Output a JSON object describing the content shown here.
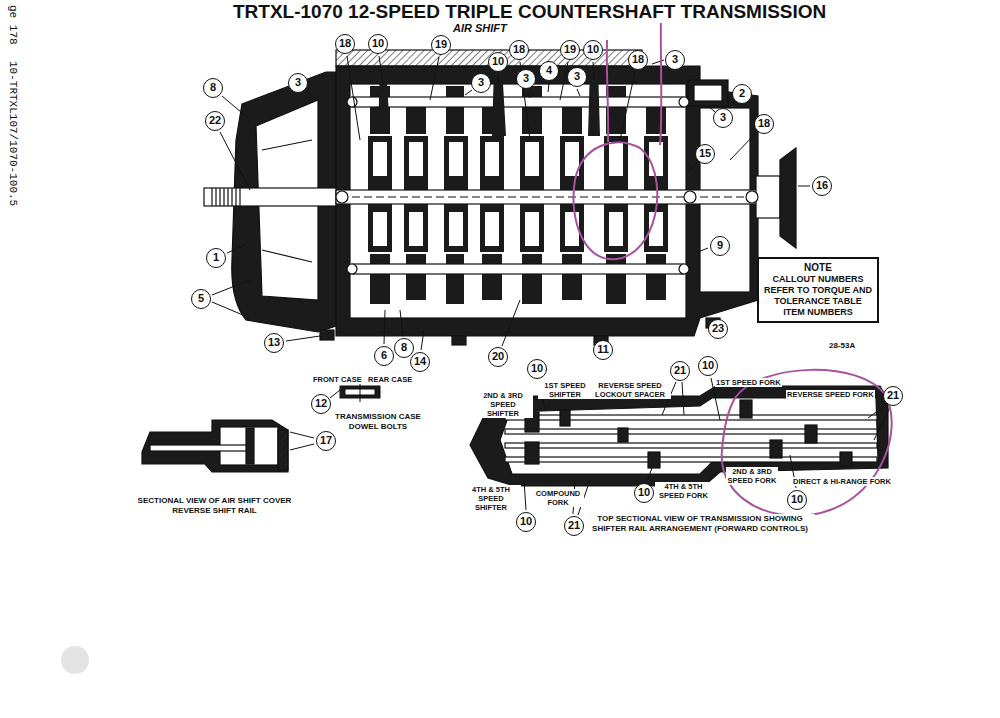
{
  "diagram": {
    "title": "TRTXL-1070 12-SPEED TRIPLE COUNTERSHAFT TRANSMISSION",
    "nodes": [
      {
        "text": [
          "18"
        ]
      },
      {
        "text": [
          "10"
        ]
      },
      {
        "text": [
          "19"
        ]
      },
      {
        "text": [
          "18"
        ]
      },
      {
        "text": [
          "19"
        ]
      },
      {
        "text": [
          "10"
        ]
      },
      {
        "text": [
          "10"
        ]
      },
      {
        "text": [
          "18"
        ]
      },
      {
        "text": [
          "3"
        ]
      },
      {
        "text": [
          "4"
        ]
      },
      {
        "text": [
          "3"
        ]
      },
      {
        "text": [
          "3"
        ]
      },
      {
        "text": [
          "3"
        ]
      },
      {
        "text": [
          "3"
        ]
      },
      {
        "text": [
          "8"
        ]
      },
      {
        "text": [
          "2"
        ]
      },
      {
        "text": [
          "3"
        ]
      },
      {
        "text": [
          "22"
        ]
      },
      {
        "text": [
          "18"
        ]
      },
      {
        "text": [
          "15"
        ]
      },
      {
        "text": [
          "16"
        ]
      },
      {
        "text": [
          "9"
        ]
      },
      {
        "text": [
          "1"
        ]
      },
      {
        "text": [
          "NOTE",
          "CALLOUT NUMBERS REFER TO TORQUE AND TOLERANCE TABLE ITEM NUMBERS"
        ]
      },
      {
        "text": [
          "5"
        ]
      },
      {
        "text": [
          "23"
        ]
      },
      {
        "text": [
          "13"
        ]
      },
      {
        "text": [
          "8"
        ]
      },
      {
        "text": [
          "11"
        ]
      },
      {
        "text": [
          "6"
        ]
      },
      {
        "text": [
          "20"
        ]
      },
      {
        "text": [
          "14"
        ]
      },
      {
        "text": [
          "10"
        ]
      },
      {
        "text": [
          "10"
        ]
      },
      {
        "text": [
          "21"
        ]
      },
      {
        "text": [
          "21"
        ]
      },
      {
        "text": [
          "12"
        ]
      },
      {
        "text": [
          "17"
        ]
      },
      {
        "text": [
          "10"
        ]
      },
      {
        "text": [
          "10"
        ]
      },
      {
        "text": [
          "10"
        ]
      },
      {
        "text": [
          "21"
        ]
      }
    ],
    "labels": [
      "AIR SHIFT",
      "ge 178",
      "10-TRTXL107/1070-100.5",
      "28-53A",
      "FRONT CASE",
      "REAR CASE",
      "TRANSMISSION CASE DOWEL BOLTS",
      "SECTIONAL VIEW OF AIR SHIFT COVER REVERSE SHIFT RAIL",
      "1ST SPEED SHIFTER",
      "REVERSE SPEED LOCKOUT SPACER",
      "2ND & 3RD SPEED SHIFTER",
      "4TH & 5TH SPEED SHIFTER",
      "COMPOUND FORK",
      "4TH & 5TH SPEED FORK",
      "1ST SPEED FORK",
      "REVERSE SPEED FORK",
      "2ND & 3RD SPEED FORK",
      "DIRECT & HI-RANGE FORK",
      "TOP SECTIONAL VIEW OF TRANSMISSION SHOWING SHIFTER RAIL ARRANGEMENT (FORWARD CONTROLS)"
    ]
  }
}
